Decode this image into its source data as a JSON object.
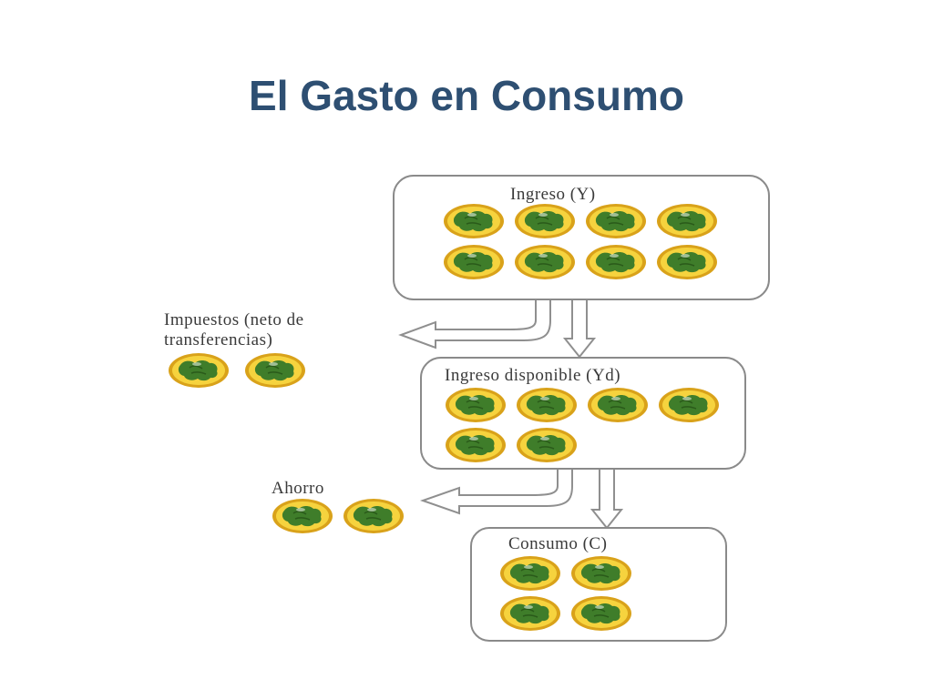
{
  "title": "El Gasto en Consumo",
  "colors": {
    "title": "#2e4f72",
    "box_border": "#8a8a8a",
    "coin_outer": "#d9a21a",
    "coin_face": "#f6d33e",
    "coin_map": "#3f7d2a",
    "arrow": "#8f8f8f"
  },
  "diagram": {
    "boxes": [
      {
        "id": "ingreso",
        "label": "Ingreso (Y)",
        "coins": 8
      },
      {
        "id": "disponible",
        "label": "Ingreso disponible (Yd)",
        "coins": 6
      },
      {
        "id": "consumo",
        "label": "Consumo (C)",
        "coins": 4
      }
    ],
    "outflows": [
      {
        "id": "impuestos",
        "label_line1": "Impuestos (neto de",
        "label_line2": "transferencias)",
        "coins": 2
      },
      {
        "id": "ahorro",
        "label": "Ahorro",
        "coins": 2
      }
    ]
  }
}
